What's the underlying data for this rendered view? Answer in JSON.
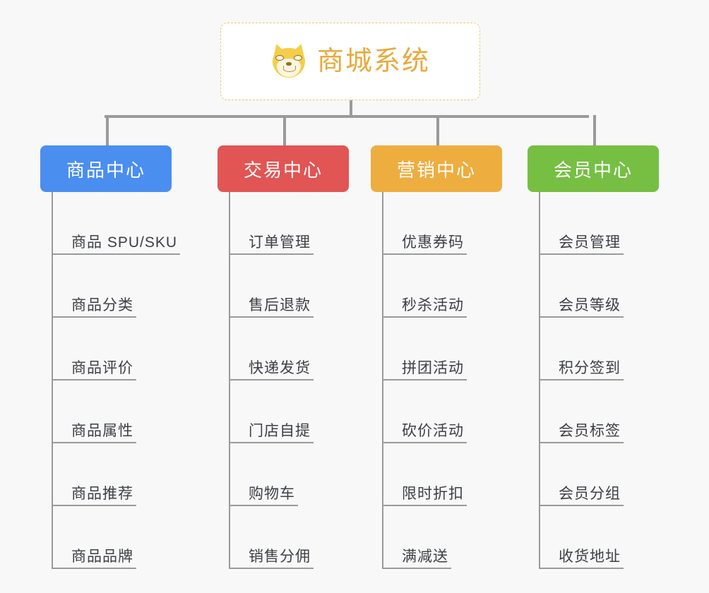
{
  "root": {
    "title": "商城系统",
    "icon": "shiba-dog-icon",
    "title_color": "#e8aa3c",
    "border_color": "#f0c674",
    "background": "#ffffff"
  },
  "canvas": {
    "background": "#f8f8f9",
    "connector_color": "#9a9a9a"
  },
  "columns": [
    {
      "id": "product-center",
      "title": "商品中心",
      "color": "#4a8ef0",
      "items": [
        "商品 SPU/SKU",
        "商品分类",
        "商品评价",
        "商品属性",
        "商品推荐",
        "商品品牌"
      ]
    },
    {
      "id": "trade-center",
      "title": "交易中心",
      "color": "#e15554",
      "items": [
        "订单管理",
        "售后退款",
        "快递发货",
        "门店自提",
        "购物车",
        "销售分佣"
      ]
    },
    {
      "id": "marketing-center",
      "title": "营销中心",
      "color": "#eead3f",
      "items": [
        "优惠券码",
        "秒杀活动",
        "拼团活动",
        "砍价活动",
        "限时折扣",
        "满减送"
      ]
    },
    {
      "id": "member-center",
      "title": "会员中心",
      "color": "#76bf43",
      "items": [
        "会员管理",
        "会员等级",
        "积分签到",
        "会员标签",
        "会员分组",
        "收货地址"
      ]
    }
  ]
}
